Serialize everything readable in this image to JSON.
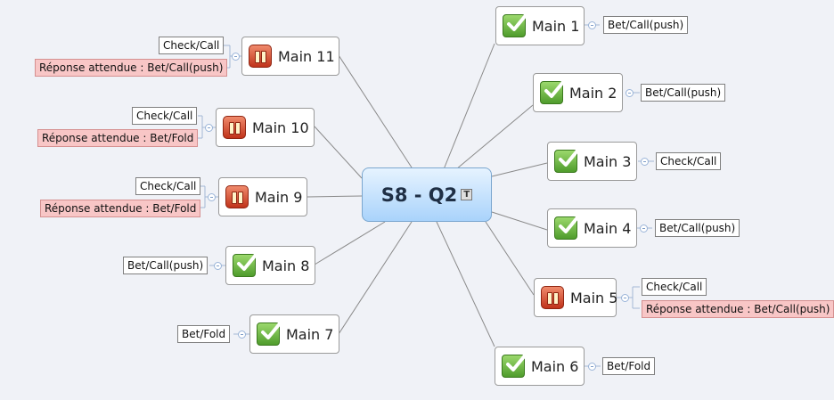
{
  "central_topic": {
    "label": "S8 - Q2",
    "marker_icon": "text-note-icon"
  },
  "branches": [
    {
      "id": "main1",
      "label": "Main 1",
      "status": "check-icon",
      "answer": "Bet/Call(push)",
      "expected": null
    },
    {
      "id": "main2",
      "label": "Main 2",
      "status": "check-icon",
      "answer": "Bet/Call(push)",
      "expected": null
    },
    {
      "id": "main3",
      "label": "Main 3",
      "status": "check-icon",
      "answer": "Check/Call",
      "expected": null
    },
    {
      "id": "main4",
      "label": "Main 4",
      "status": "check-icon",
      "answer": "Bet/Call(push)",
      "expected": null
    },
    {
      "id": "main5",
      "label": "Main 5",
      "status": "pause-icon",
      "answer": "Check/Call",
      "expected": "Réponse attendue : Bet/Call(push)"
    },
    {
      "id": "main6",
      "label": "Main 6",
      "status": "check-icon",
      "answer": "Bet/Fold",
      "expected": null
    },
    {
      "id": "main7",
      "label": "Main 7",
      "status": "check-icon",
      "answer": "Bet/Fold",
      "expected": null
    },
    {
      "id": "main8",
      "label": "Main 8",
      "status": "check-icon",
      "answer": "Bet/Call(push)",
      "expected": null
    },
    {
      "id": "main9",
      "label": "Main 9",
      "status": "pause-icon",
      "answer": "Check/Call",
      "expected": "Réponse attendue : Bet/Fold"
    },
    {
      "id": "main10",
      "label": "Main 10",
      "status": "pause-icon",
      "answer": "Check/Call",
      "expected": "Réponse attendue : Bet/Fold"
    },
    {
      "id": "main11",
      "label": "Main 11",
      "status": "pause-icon",
      "answer": "Check/Call",
      "expected": "Réponse attendue : Bet/Call(push)"
    }
  ],
  "colors": {
    "background": "#f0f2f7",
    "central_fill": "#a9d3fb",
    "expected_fill": "#f8c6c6",
    "line": "#8a8a8a"
  }
}
